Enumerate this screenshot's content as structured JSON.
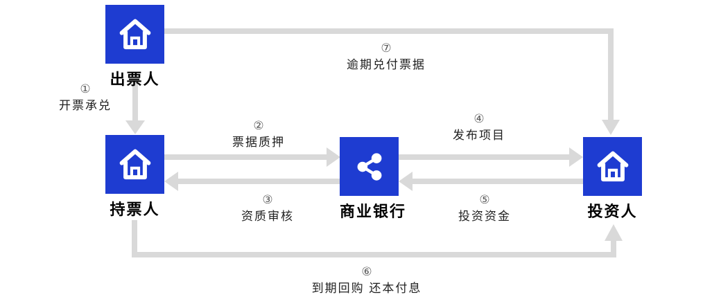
{
  "diagram": {
    "title": "bill financing flow",
    "colors": {
      "node_background": "#1e3cd1",
      "icon_foreground": "#ffffff",
      "arrow": "#d9d9d9",
      "node_label_text": "#000000",
      "step_number_text": "#595959",
      "step_label_text": "#1f1f1f",
      "page_background": "#ffffff"
    },
    "nodes": {
      "drawer": {
        "label": "出票人",
        "icon": "home-icon"
      },
      "holder": {
        "label": "持票人",
        "icon": "home-icon"
      },
      "bank": {
        "label": "商业银行",
        "icon": "share-icon"
      },
      "investor": {
        "label": "投资人",
        "icon": "home-icon"
      }
    },
    "steps": {
      "s1": {
        "num": "①",
        "label": "开票承兑"
      },
      "s2": {
        "num": "②",
        "label": "票据质押"
      },
      "s3": {
        "num": "③",
        "label": "资质审核"
      },
      "s4": {
        "num": "④",
        "label": "发布项目"
      },
      "s5": {
        "num": "⑤",
        "label": "投资资金"
      },
      "s6": {
        "num": "⑥",
        "label": "到期回购 还本付息"
      },
      "s7": {
        "num": "⑦",
        "label": "逾期兑付票据"
      }
    },
    "edges": [
      {
        "step": "①",
        "from": "出票人",
        "to": "持票人"
      },
      {
        "step": "②",
        "from": "持票人",
        "to": "商业银行"
      },
      {
        "step": "③",
        "from": "商业银行",
        "to": "持票人"
      },
      {
        "step": "④",
        "from": "商业银行",
        "to": "投资人"
      },
      {
        "step": "⑤",
        "from": "投资人",
        "to": "商业银行"
      },
      {
        "step": "⑥",
        "from": "持票人",
        "to": "投资人"
      },
      {
        "step": "⑦",
        "from": "出票人",
        "to": "投资人"
      }
    ]
  }
}
